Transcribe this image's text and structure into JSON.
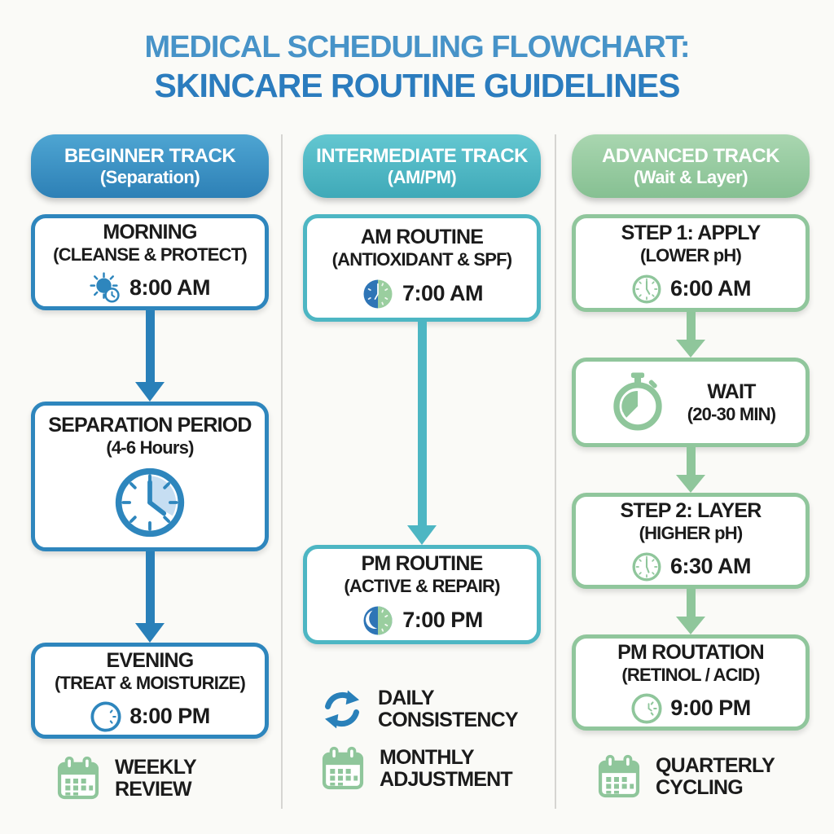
{
  "title": {
    "line1": "MEDICAL SCHEDULING FLOWCHART:",
    "line2": "SKINCARE ROUTINE GUIDELINES"
  },
  "colors": {
    "beginner_accent": "#2e86bd",
    "intermediate_accent": "#4db6c3",
    "advanced_accent": "#90c69c",
    "title_line1": "#4793c8",
    "title_line2": "#2b7cbe",
    "calendar_green": "#8fc69b",
    "sync_blue": "#2980b9"
  },
  "icons": [
    "sun-clock-icon",
    "clock-icon",
    "moon-clock-icon",
    "calendar-icon",
    "half-day-clock-icon",
    "half-night-clock-icon",
    "sync-icon",
    "outline-clock-icon",
    "stopwatch-icon",
    "moon-clock-green-icon"
  ],
  "columns": [
    {
      "header": {
        "title": "BEGINNER TRACK",
        "subtitle": "(Separation)"
      },
      "boxes": {
        "morning": {
          "title": "MORNING",
          "subtitle": "(CLEANSE & PROTECT)",
          "time": "8:00 AM"
        },
        "separation": {
          "title": "SEPARATION PERIOD",
          "subtitle": "(4-6 Hours)"
        },
        "evening": {
          "title": "EVENING",
          "subtitle": "(TREAT & MOISTURIZE)",
          "time": "8:00 PM"
        }
      },
      "footer": {
        "label": "WEEKLY REVIEW"
      }
    },
    {
      "header": {
        "title": "INTERMEDIATE TRACK",
        "subtitle": "(AM/PM)"
      },
      "boxes": {
        "am": {
          "title": "AM ROUTINE",
          "subtitle": "(ANTIOXIDANT & SPF)",
          "time": "7:00 AM"
        },
        "pm": {
          "title": "PM ROUTINE",
          "subtitle": "(ACTIVE & REPAIR)",
          "time": "7:00 PM"
        }
      },
      "footers": [
        {
          "label": "DAILY CONSISTENCY"
        },
        {
          "label": "MONTHLY ADJUSTMENT"
        }
      ]
    },
    {
      "header": {
        "title": "ADVANCED TRACK",
        "subtitle": "(Wait & Layer)"
      },
      "boxes": {
        "step1": {
          "title": "STEP 1: APPLY",
          "subtitle": "(LOWER pH)",
          "time": "6:00 AM"
        },
        "wait": {
          "title": "WAIT",
          "subtitle": "(20-30 MIN)"
        },
        "step2": {
          "title": "STEP 2: LAYER",
          "subtitle": "(HIGHER pH)",
          "time": "6:30 AM"
        },
        "pmrotation": {
          "title": "PM ROUTATION",
          "subtitle": "(RETINOL / ACID)",
          "time": "9:00 PM"
        }
      },
      "footer": {
        "label": "QUARTERLY CYCLING"
      }
    }
  ]
}
